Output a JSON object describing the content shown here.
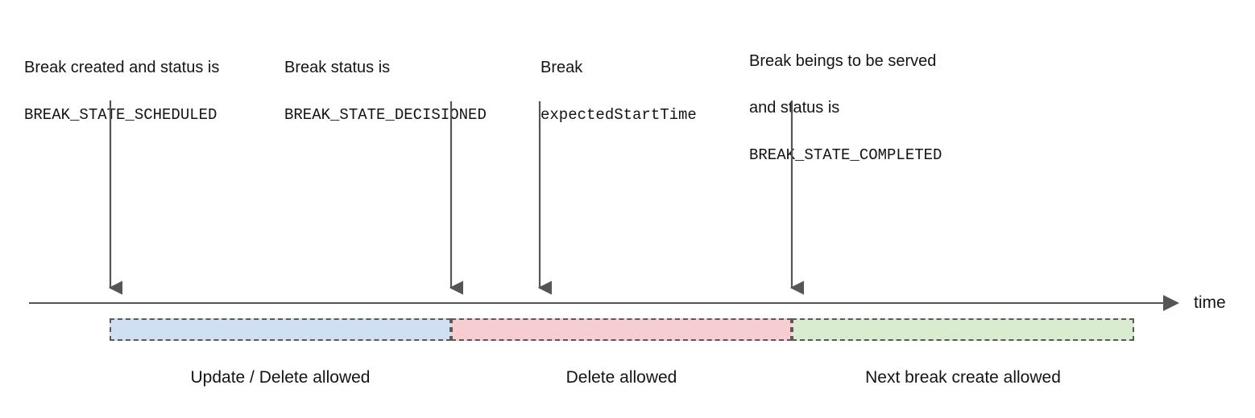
{
  "diagram": {
    "title": "Break lifecycle timeline",
    "axis": {
      "label": "time",
      "arrow_direction": "right"
    },
    "colors": {
      "segment_blue": "#cfe0f2",
      "segment_pink": "#f6cdd0",
      "segment_green": "#d9ecd0",
      "border": "#5a5a5a",
      "arrow": "#555555",
      "text": "#141414"
    },
    "milestones": [
      {
        "id": "scheduled",
        "line1": "Break created and status is",
        "line2": "BREAK_STATE_SCHEDULED",
        "line3": ""
      },
      {
        "id": "decisioned",
        "line1": "Break status is",
        "line2": "BREAK_STATE_DECISIONED",
        "line3": ""
      },
      {
        "id": "expected-start-time",
        "line1": "Break",
        "line2": "expectedStartTime",
        "line3": ""
      },
      {
        "id": "completed",
        "line1": "Break beings to be served",
        "line2": "and status is",
        "line3": "BREAK_STATE_COMPLETED"
      }
    ],
    "segments": [
      {
        "id": "update-delete",
        "caption": "Update / Delete allowed",
        "color": "#cfe0f2"
      },
      {
        "id": "delete",
        "caption": "Delete allowed",
        "color": "#f6cdd0"
      },
      {
        "id": "next-break-create",
        "caption": "Next break create allowed",
        "color": "#d9ecd0"
      }
    ]
  }
}
